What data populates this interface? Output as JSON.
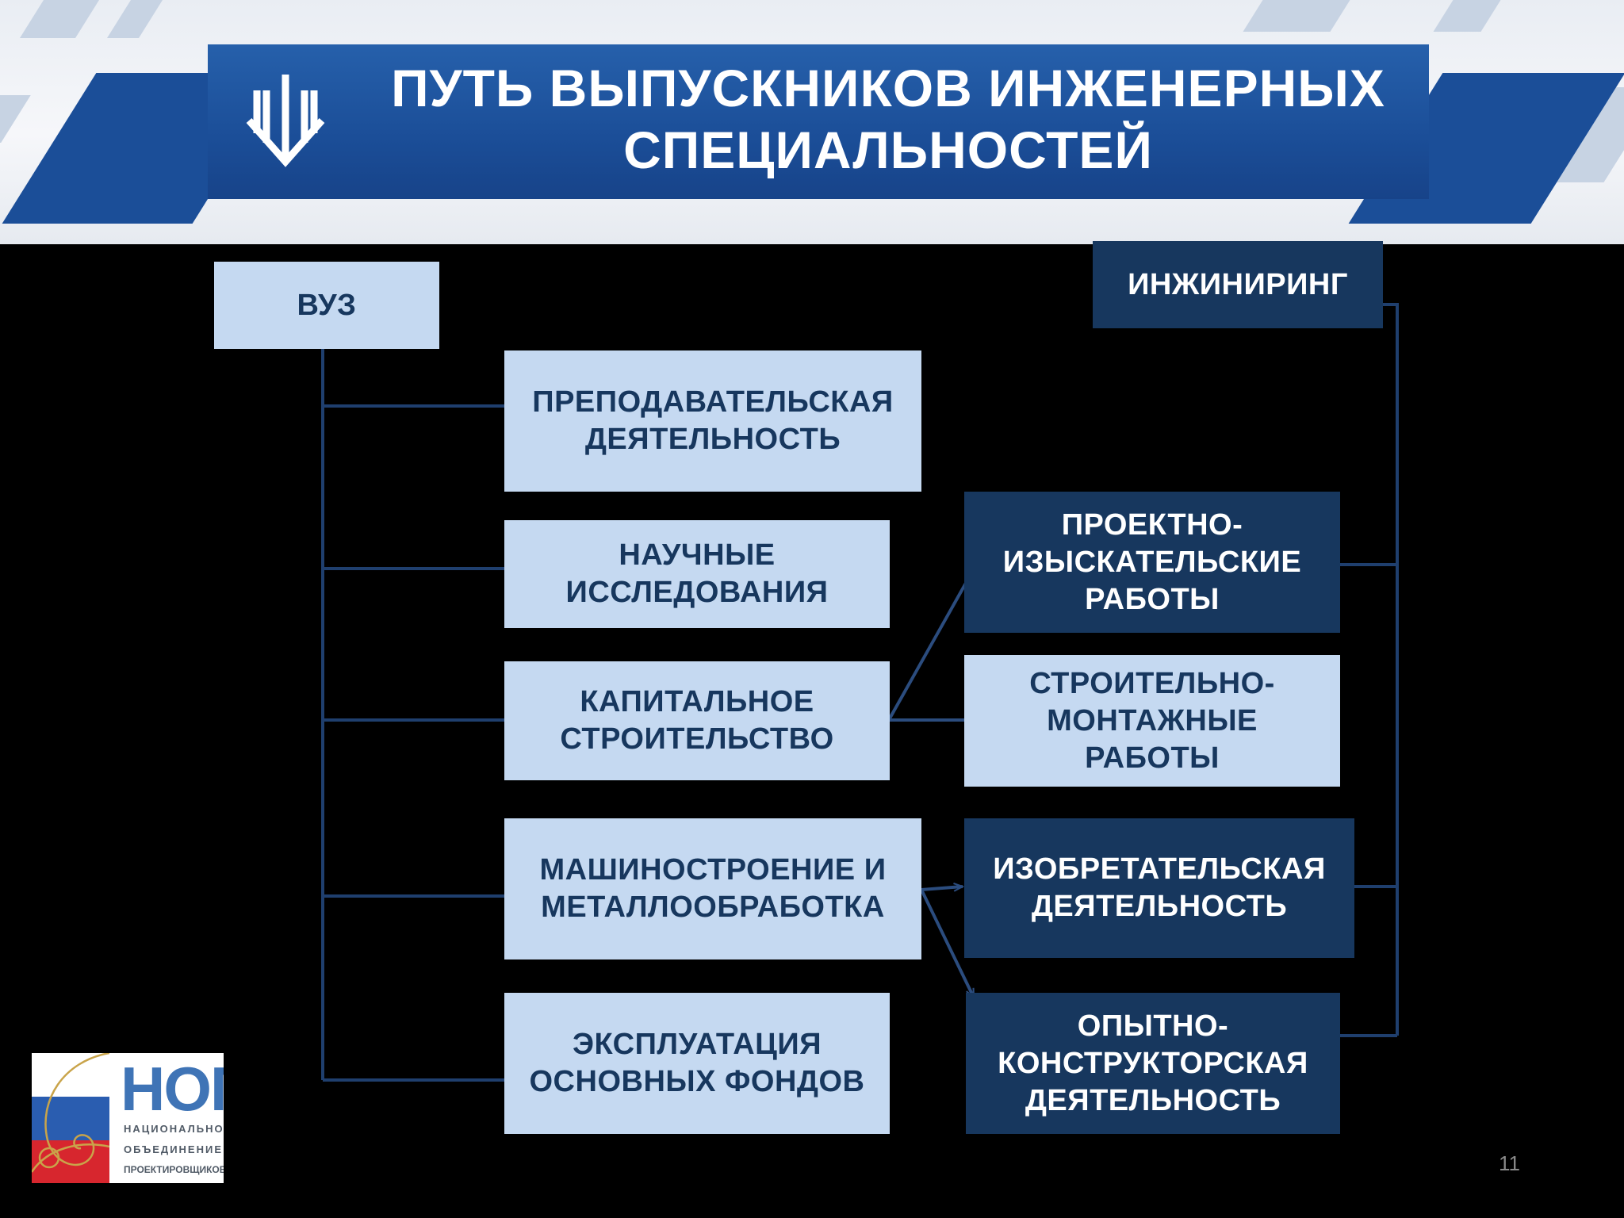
{
  "title": {
    "line1": "ПУТЬ ВЫПУСКНИКОВ ИНЖЕНЕРНЫХ",
    "line2": "СПЕЦИАЛЬНОСТЕЙ"
  },
  "nodes": {
    "vuz": "ВУЗ",
    "engineering": "ИНЖИНИРИНГ",
    "teaching": [
      "ПРЕПОДАВАТЕЛЬСКАЯ",
      "ДЕЯТЕЛЬНОСТЬ"
    ],
    "research": [
      "НАУЧНЫЕ",
      "ИССЛЕДОВАНИЯ"
    ],
    "capital_construction": [
      "КАПИТАЛЬНОЕ",
      "СТРОИТЕЛЬСТВО"
    ],
    "machine_building": [
      "МАШИНОСТРОЕНИЕ И",
      "МЕТАЛЛООБРАБОТКА"
    ],
    "fixed_assets": [
      "ЭКСПЛУАТАЦИЯ",
      "ОСНОВНЫХ ФОНДОВ"
    ],
    "design_survey": [
      "ПРОЕКТНО-",
      "ИЗЫСКАТЕЛЬСКИЕ",
      "РАБОТЫ"
    ],
    "construction_installation": [
      "СТРОИТЕЛЬНО-",
      "МОНТАЖНЫЕ",
      "РАБОТЫ"
    ],
    "inventive": [
      "ИЗОБРЕТАТЕЛЬСКАЯ",
      "ДЕЯТЕЛЬНОСТЬ"
    ],
    "experimental_design": [
      "ОПЫТНО-",
      "КОНСТРУКТОРСКАЯ",
      "ДЕЯТЕЛЬНОСТЬ"
    ]
  },
  "logo": {
    "title": "НОП",
    "line1": "НАЦИОНАЛЬНОЕ",
    "line2": "ОБЪЕДИНЕНИЕ",
    "line3": "ПРОЕКТИРОВЩИКОВ"
  },
  "page_number": "11",
  "colors": {
    "banner": "#1b4e98",
    "light_box": "#c5d9f1",
    "dark_box": "#17375e",
    "connector": "#17375e"
  }
}
